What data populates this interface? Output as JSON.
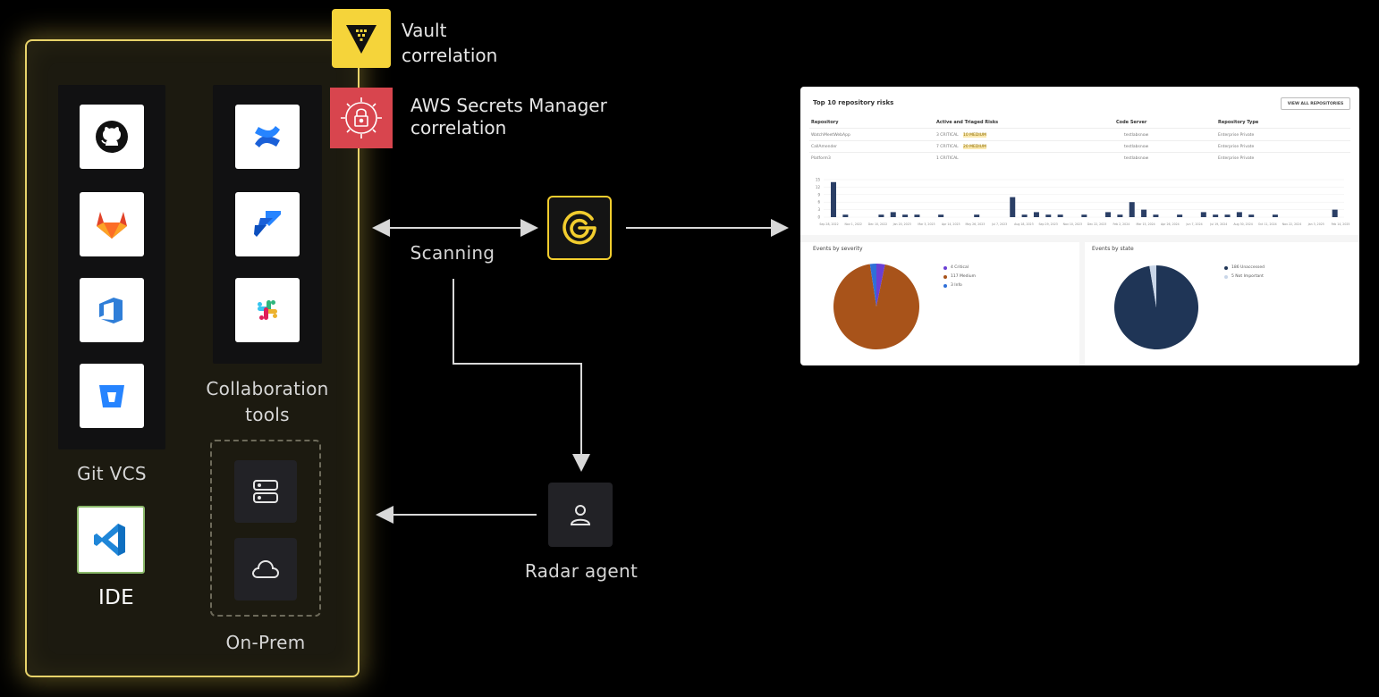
{
  "labels": {
    "vault": [
      "Vault",
      "correlation"
    ],
    "aws": [
      "AWS Secrets Manager",
      "correlation"
    ],
    "git_vcs": "Git VCS",
    "collaboration": [
      "Collaboration",
      "tools"
    ],
    "ide": "IDE",
    "on_prem": "On-Prem",
    "scanning": "Scanning",
    "radar_agent": "Radar agent"
  },
  "icons": {
    "git": [
      "github-icon",
      "gitlab-icon",
      "azure-devops-icon",
      "bitbucket-icon"
    ],
    "collab": [
      "confluence-icon",
      "jira-icon",
      "slack-icon"
    ],
    "ide": "vscode-icon",
    "on_prem": [
      "server-icon",
      "cloud-icon"
    ],
    "radar": "radar-logo-icon",
    "agent": "user-icon"
  },
  "colors": {
    "panel_glow": "#e8d36a",
    "vault": "#f5d43a",
    "aws": "#d8454e",
    "radar_accent": "#f2cd2e",
    "severity_critical": "#6b3fd4",
    "severity_medium": "#a8531a",
    "severity_info": "#2f6fd8",
    "state_unaccessed": "#1f3556",
    "state_not_important": "#c9d6e8"
  },
  "dashboard": {
    "title": "Top 10 repository risks",
    "view_all": "VIEW ALL REPOSITORIES",
    "columns": [
      "Repository",
      "Active and Triaged Risks",
      "Code Server",
      "Repository Type"
    ],
    "rows": [
      [
        "WatchMeetWebApp",
        "3 CRITICAL",
        "10 MEDIUM",
        "testlabsnow",
        "Enterprise Private"
      ],
      [
        "CallAmender",
        "7 CRITICAL",
        "20 MEDIUM",
        "testlabsnow",
        "Enterprise Private"
      ],
      [
        "Platform3",
        "1 CRITICAL",
        "",
        "testlabsnow",
        "Enterprise Private"
      ]
    ]
  },
  "chart_data": [
    {
      "type": "bar",
      "title": "",
      "yticks": [
        "15",
        "12",
        "9",
        "6",
        "3",
        "0"
      ],
      "ylim": [
        0,
        15
      ],
      "categories": [
        "Sep 28, 2022",
        "Nov 1, 2022",
        "Dec 10, 2022",
        "Jan 20, 2023",
        "Mar 3, 2023",
        "Apr 14, 2023",
        "May 26, 2023",
        "Jul 7, 2023",
        "Aug 18, 2023",
        "Sep 29, 2023",
        "Nov 10, 2023",
        "Dec 22, 2023",
        "Feb 2, 2024",
        "Mar 15, 2024",
        "Apr 26, 2024",
        "Jun 7, 2024",
        "Jul 19, 2024",
        "Aug 30, 2024",
        "Oct 11, 2024",
        "Nov 22, 2024",
        "Jan 3, 2025",
        "Feb 14, 2025"
      ],
      "values": [
        14,
        1,
        0,
        0,
        1,
        2,
        1,
        1,
        0,
        1,
        0,
        0,
        1,
        0,
        0,
        8,
        1,
        2,
        1,
        1,
        0,
        1,
        0,
        2,
        1,
        6,
        3,
        1,
        0,
        1,
        0,
        2,
        1,
        1,
        2,
        1,
        0,
        1,
        0,
        0,
        0,
        0,
        3
      ],
      "grid": true
    },
    {
      "type": "pie",
      "title": "Events by severity",
      "categories": [
        "4 Critical",
        "117 Medium",
        "3 Info"
      ],
      "values": [
        4,
        117,
        3
      ],
      "legend": "right"
    },
    {
      "type": "pie",
      "title": "Events by state",
      "categories": [
        "186 Unaccessed",
        "5 Not Important"
      ],
      "values": [
        186,
        5
      ],
      "legend": "right"
    }
  ]
}
